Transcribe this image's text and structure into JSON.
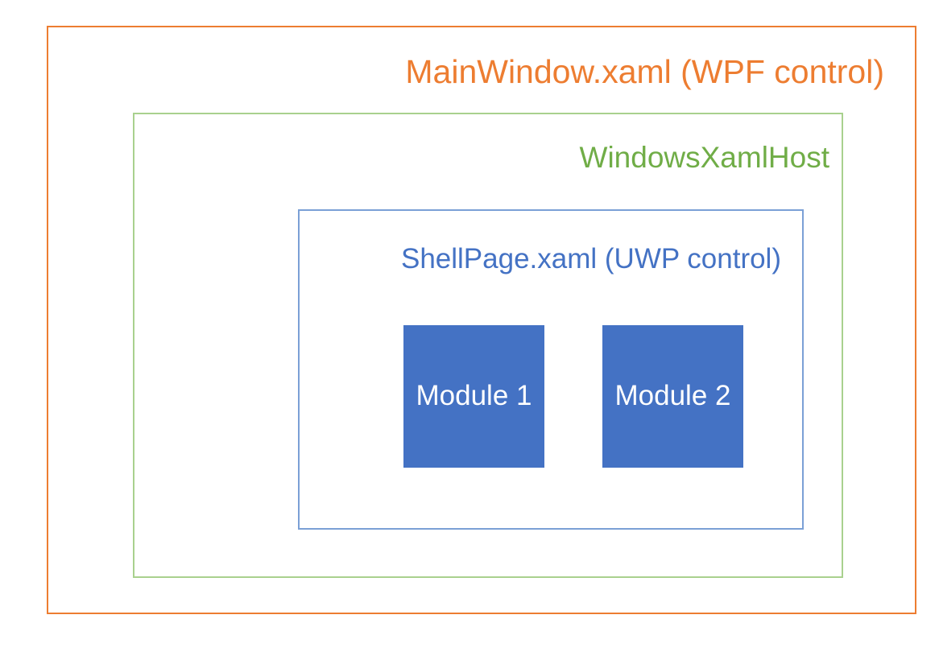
{
  "diagram": {
    "title": "MainWindow.xaml (WPF control)",
    "layers": [
      {
        "id": "mainwindow",
        "label": "MainWindow.xaml (WPF control)",
        "border_color": "#ED7D31",
        "text_color": "#ED7D31"
      },
      {
        "id": "windowsxamlhost",
        "label": "WindowsXamlHost",
        "border_color": "#A9D18E",
        "text_color": "#70AD47"
      },
      {
        "id": "shellpage",
        "label": "ShellPage.xaml (UWP control)",
        "border_color": "#7BA0D6",
        "text_color": "#4472C4"
      }
    ],
    "modules": [
      {
        "id": "module-1",
        "label": "Module 1",
        "fill_color": "#4472C4",
        "text_color": "#FFFFFF"
      },
      {
        "id": "module-2",
        "label": "Module 2",
        "fill_color": "#4472C4",
        "text_color": "#FFFFFF"
      }
    ]
  },
  "colors": {
    "orange": "#ED7D31",
    "green": "#70AD47",
    "green_border": "#A9D18E",
    "blue": "#4472C4",
    "blue_border": "#7BA0D6",
    "background": "#FFFFFF",
    "white": "#FFFFFF"
  }
}
